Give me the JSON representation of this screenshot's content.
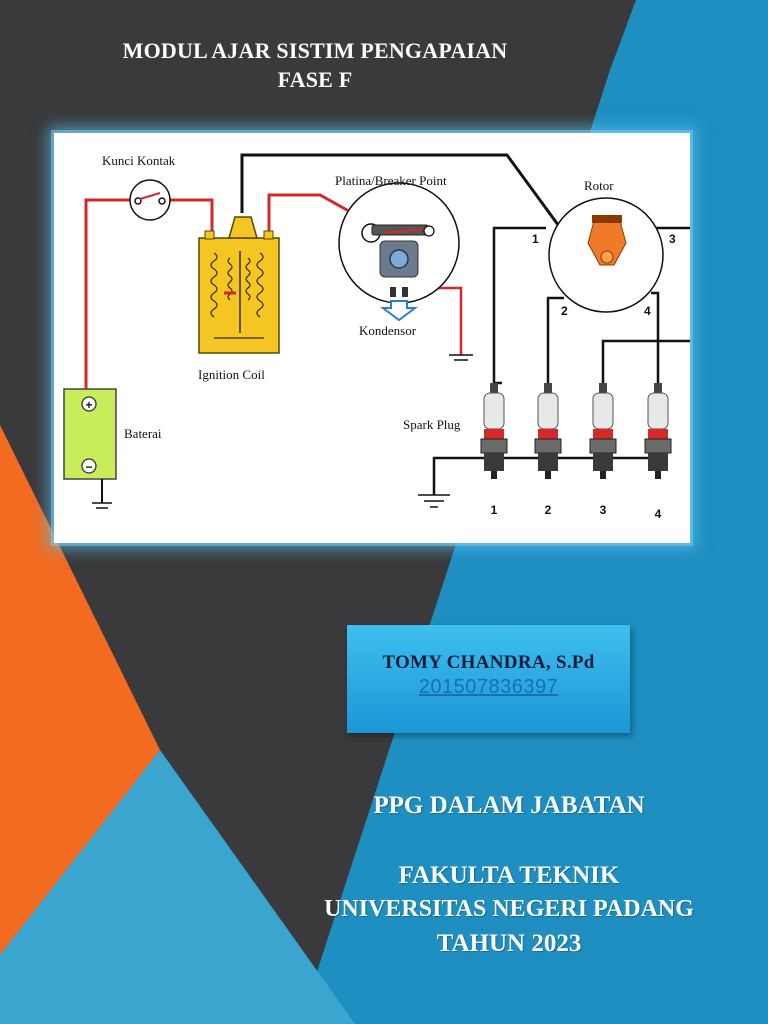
{
  "cover": {
    "title_line1": "MODUL AJAR SISTIM PENGAPAIAN",
    "title_line2": "FASE F"
  },
  "diagram": {
    "labels": {
      "kunci_kontak": "Kunci Kontak",
      "platina": "Platina/Breaker Point",
      "rotor": "Rotor",
      "kondensor": "Kondensor",
      "ignition_coil": "Ignition Coil",
      "baterai": "Baterai",
      "spark_plug": "Spark Plug"
    },
    "rotor_terminals": [
      "1",
      "2",
      "3",
      "4"
    ],
    "spark_plug_numbers": [
      "1",
      "2",
      "3",
      "4"
    ],
    "battery_symbols": {
      "positive": "+",
      "negative": "−"
    }
  },
  "author": {
    "name": "TOMY CHANDRA, S.Pd",
    "id": "201507836397"
  },
  "footer": {
    "program": "PPG DALAM JABATAN",
    "faculty": "FAKULTA TEKNIK",
    "university": "UNIVERSITAS NEGERI PADANG",
    "year": "TAHUN 2023"
  },
  "colors": {
    "dark_panel": "#3a3a3c",
    "blue": "#1e8fc0",
    "light_blue": "#3aa6cf",
    "orange": "#f26b21",
    "wire_red": "#d62828",
    "coil_yellow": "#f3c623",
    "battery_green": "#c9ec5a"
  }
}
